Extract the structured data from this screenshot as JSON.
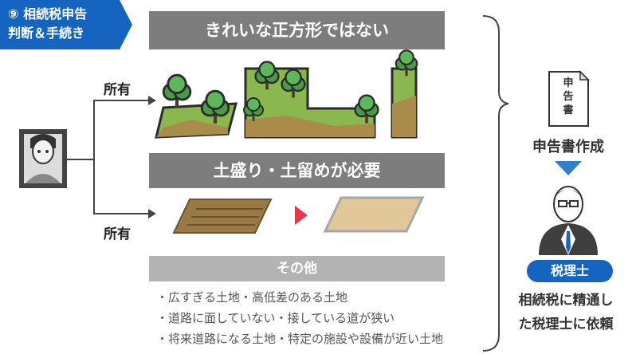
{
  "tag": {
    "line1": "⑨ 相続税申告",
    "line2": "判断＆手続き",
    "color": "#1565c0"
  },
  "left": {
    "label_top": "所有",
    "label_bottom": "所有"
  },
  "sections": {
    "irregular_title": "きれいな正方形ではない",
    "soil_title": "土盛り・土留めが必要",
    "other_title": "その他"
  },
  "other_items": [
    "・広すぎる土地・高低差のある土地",
    "・道路に面していない・接している道が狭い",
    "・将来道路になる土地・特定の施設や設備が近い土地"
  ],
  "right": {
    "doc_chars": [
      "申",
      "告",
      "書"
    ],
    "doc_caption": "申告書作成",
    "badge": "税理士",
    "desc_line1": "相続税に精通し",
    "desc_line2": "た税理士に依頼"
  },
  "colors": {
    "gray_bar": "#7d7d7d",
    "light_bar": "#b3b3b3",
    "accent_blue": "#1565c0",
    "arrow_blue": "#2f7fd1",
    "triangle_red": "#e53950"
  }
}
